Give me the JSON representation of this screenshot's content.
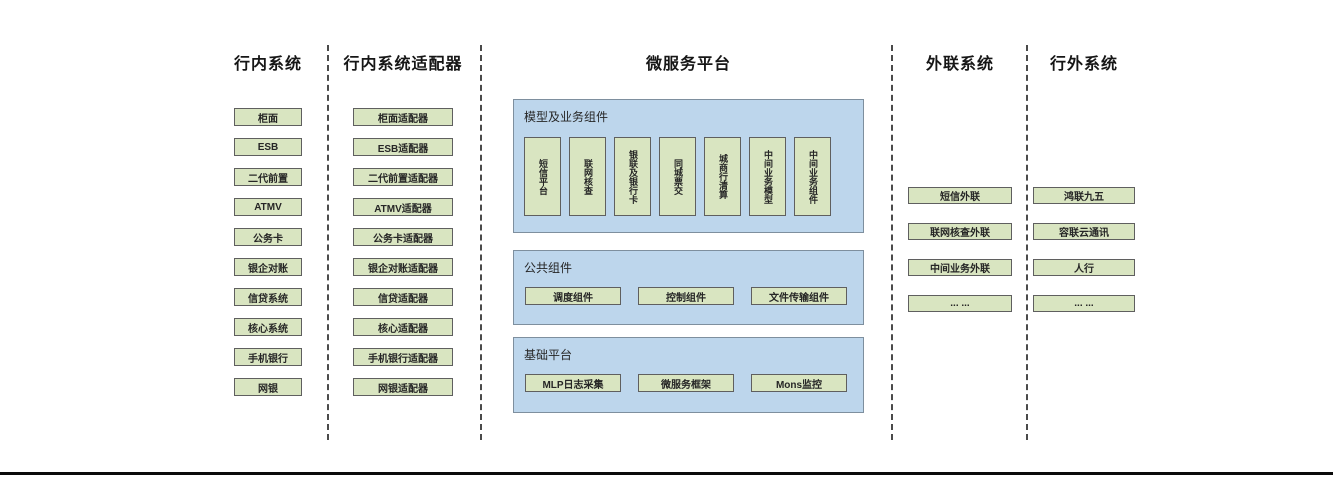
{
  "colors": {
    "green_fill": "#d9e5c1",
    "green_border": "#5f5f5f",
    "blue_fill": "#bdd6ec",
    "blue_border": "#7e8f9e",
    "separator": "#4a4a4a",
    "bottom_rule": "#0a0a0a"
  },
  "columns": {
    "internal": {
      "title": "行内系统",
      "items": [
        "柜面",
        "ESB",
        "二代前置",
        "ATMV",
        "公务卡",
        "银企对账",
        "信贷系统",
        "核心系统",
        "手机银行",
        "网银"
      ]
    },
    "adapters": {
      "title": "行内系统适配器",
      "items": [
        "柜面适配器",
        "ESB适配器",
        "二代前置适配器",
        "ATMV适配器",
        "公务卡适配器",
        "银企对账适配器",
        "信贷适配器",
        "核心适配器",
        "手机银行适配器",
        "网银适配器"
      ]
    },
    "platform": {
      "title": "微服务平台",
      "groups": [
        {
          "title": "模型及业务组件",
          "items": [
            "短信平台",
            "联网核查",
            "银联及银行卡",
            "同城票交",
            "城商行清算",
            "中间业务模型",
            "中间业务组件"
          ]
        },
        {
          "title": "公共组件",
          "items": [
            "调度组件",
            "控制组件",
            "文件传输组件"
          ]
        },
        {
          "title": "基础平台",
          "items": [
            "MLP日志采集",
            "微服务框架",
            "Mons监控"
          ]
        }
      ]
    },
    "extlink": {
      "title": "外联系统",
      "items": [
        "短信外联",
        "联网核查外联",
        "中间业务外联",
        "... ..."
      ]
    },
    "external": {
      "title": "行外系统",
      "items": [
        "鸿联九五",
        "容联云通讯",
        "人行",
        "... ..."
      ]
    }
  }
}
